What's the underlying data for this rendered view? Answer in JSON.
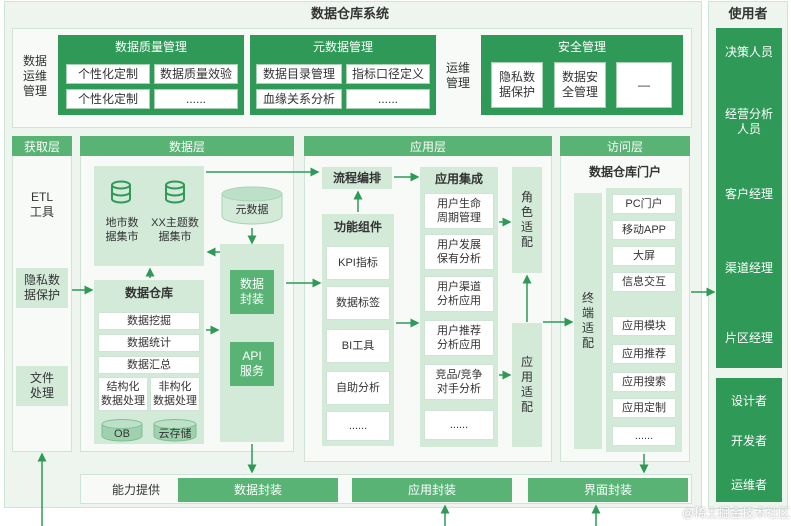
{
  "title": "数据仓库系统",
  "users": {
    "title": "使用者",
    "top": [
      "决策人员",
      "经营分析\n人员",
      "客户经理",
      "渠道经理",
      "片区经理"
    ],
    "bottom": [
      "设计者",
      "开发者",
      "运维者"
    ]
  },
  "ops": {
    "label": "数据\n运维\n管理",
    "quality": {
      "title": "数据质量管理",
      "items": [
        "个性化定制",
        "数据质量效验",
        "个性化定制",
        "......"
      ]
    },
    "meta": {
      "title": "元数据管理",
      "items": [
        "数据目录管理",
        "指标口径定义",
        "血缘关系分析",
        "......"
      ]
    },
    "ops_label": "运维\n管理",
    "security": {
      "title": "安全管理",
      "items": [
        "隐私数\n据保护",
        "数据安\n全管理",
        "—"
      ]
    }
  },
  "acquire": {
    "title": "获取层",
    "etl": "ETL\n工具",
    "privacy": "隐私数\n据保护",
    "file": "文件\n处理"
  },
  "datalayer": {
    "title": "数据层",
    "mart1": "地市数\n据集市",
    "mart2": "XX主题数\n据集市",
    "metadata": "元数据",
    "warehouse": "数据仓库",
    "wh_items": [
      "数据挖掘",
      "数据统计",
      "数据汇总"
    ],
    "structured": "结构化\n数据处理",
    "unstructured": "非构化\n数据处理",
    "ob": "OB",
    "cloud": "云存储",
    "encapsulate": "数据\n封装",
    "api": "API\n服务"
  },
  "applayer": {
    "title": "应用层",
    "orchestrate": "流程编排",
    "components": "功能组件",
    "comp_items": [
      "KPI指标",
      "数据标签",
      "BI工具",
      "自助分析",
      "......"
    ],
    "integration": "应用集成",
    "int_items": [
      "用户生命\n周期管理",
      "用户发展\n保有分析",
      "用户渠道\n分析应用",
      "用户推荐\n分析应用",
      "竞品/竞争\n对手分析",
      "......"
    ],
    "role_adapt": "角\n色\n适\n配",
    "app_adapt": "应\n用\n适\n配"
  },
  "access": {
    "title": "访问层",
    "portal": "数据仓库门户",
    "terminal": "终\n端\n适\n配",
    "items": [
      "PC门户",
      "移动APP",
      "大屏",
      "信息交互",
      "应用模块",
      "应用推荐",
      "应用搜索",
      "应用定制",
      "......"
    ]
  },
  "capability": {
    "label": "能力提供",
    "items": [
      "数据封装",
      "应用封装",
      "界面封装"
    ]
  },
  "watermark": "@稀土掘金技术社区"
}
